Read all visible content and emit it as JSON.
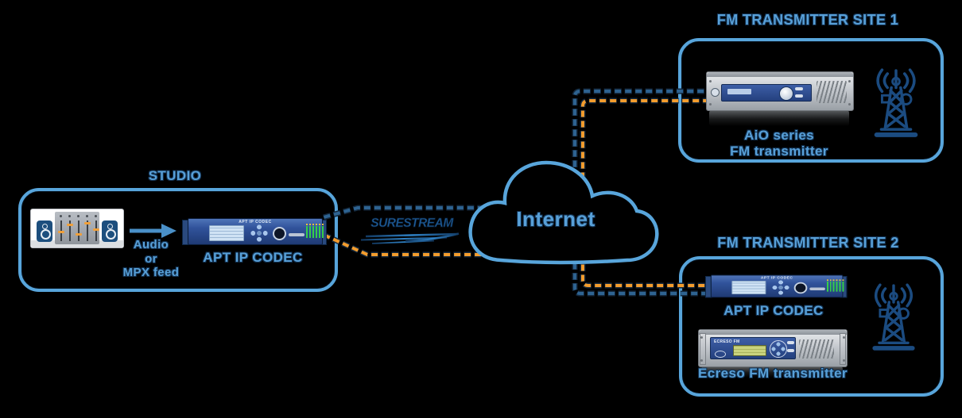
{
  "studio": {
    "title": "STUDIO",
    "feed_lines": [
      "Audio",
      "or",
      "MPX feed"
    ],
    "codec_label": "APT IP CODEC",
    "codec_panel_text": "APT IP CODEC"
  },
  "surestream": {
    "text": "SURESTREAM"
  },
  "internet": {
    "label": "Internet"
  },
  "site1": {
    "title": "FM TRANSMITTER SITE 1",
    "transmitter_lines": [
      "AiO series",
      "FM transmitter"
    ]
  },
  "site2": {
    "title": "FM TRANSMITTER SITE 2",
    "codec_label": "APT IP CODEC",
    "codec_panel_text": "APT IP CODEC",
    "transmitter_label": "Ecreso FM transmitter",
    "transmitter_panel_text": "ECRESO FM"
  },
  "colors": {
    "background": "#000000",
    "box_border": "#58a5db",
    "label_fill": "#58a0d8",
    "label_outline": "#12304f",
    "link_blue": "#2e6391",
    "link_orange": "#f39c2d",
    "link_casing": "#14293e",
    "cloud_outline": "#58a5db",
    "arrow_blue": "#4a90c8",
    "antenna_blue": "#1b4b80",
    "device_panel_blue": "#2b4a8c",
    "device_silver": "#c9cdd2"
  },
  "icons": {
    "mixer": "mixer-console-icon",
    "antenna": "radio-tower-icon",
    "cloud": "internet-cloud-icon",
    "arrow": "right-arrow-icon"
  }
}
